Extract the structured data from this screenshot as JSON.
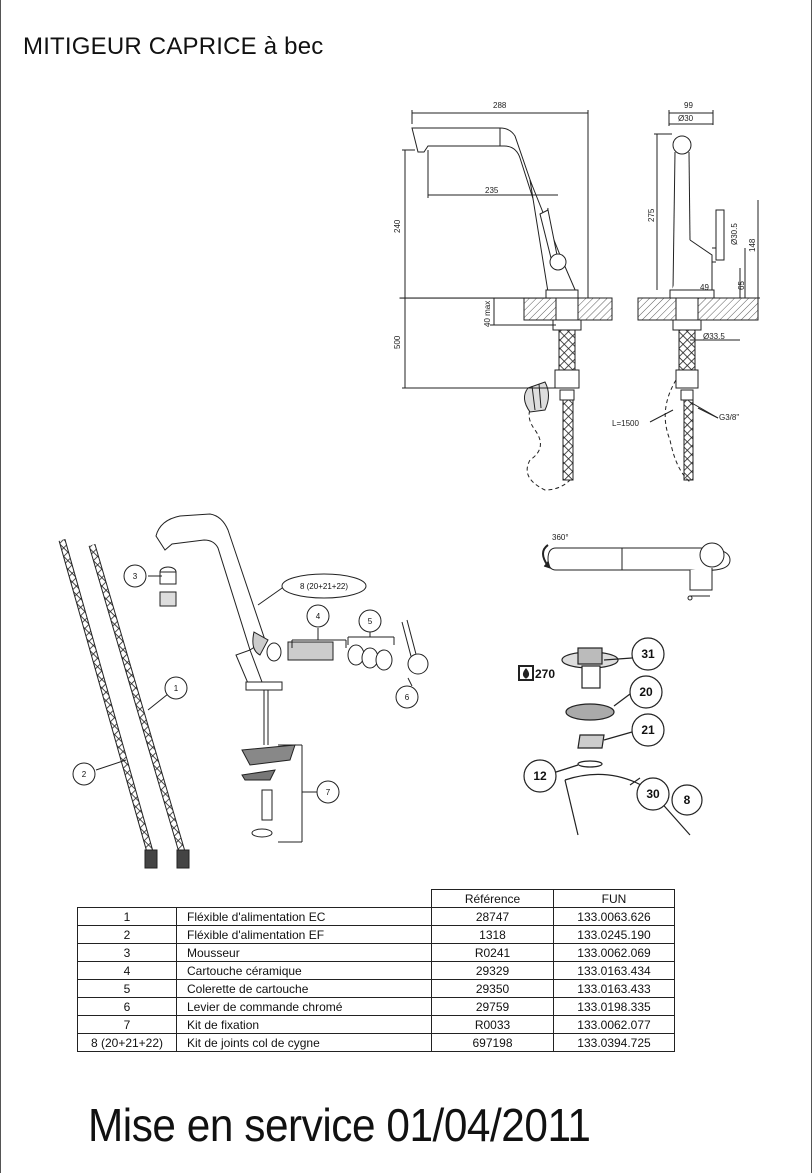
{
  "title": "MITIGEUR CAPRICE à bec",
  "dimensions": {
    "front_width": "288",
    "spout_reach": "235",
    "height": "240",
    "under_sink": "500",
    "deck_thickness": "40 max",
    "side_width": "99",
    "spout_diameter": "Ø30",
    "side_height": "275",
    "body_diameter": "Ø30.5",
    "lever_height": "148",
    "base_height": "65",
    "base_offset": "49",
    "shank_diameter": "Ø33.5",
    "hose_length": "L=1500",
    "thread": "G3/8\""
  },
  "rotation_label": "360°",
  "exploded_callouts": [
    "1",
    "2",
    "3",
    "4",
    "5",
    "6",
    "7",
    "8 (20+21+22)"
  ],
  "detail_callouts": [
    "31",
    "20",
    "21",
    "12",
    "30",
    "8"
  ],
  "detail_icon_text": "270",
  "table": {
    "headers": [
      "",
      "",
      "Référence",
      "FUN"
    ],
    "rows": [
      {
        "num": "1",
        "desc": "Fléxible d'alimentation EC",
        "ref": "28747",
        "fun": "133.0063.626"
      },
      {
        "num": "2",
        "desc": "Fléxible d'alimentation EF",
        "ref": "1318",
        "fun": "133.0245.190"
      },
      {
        "num": "3",
        "desc": "Mousseur",
        "ref": "R0241",
        "fun": "133.0062.069"
      },
      {
        "num": "4",
        "desc": "Cartouche céramique",
        "ref": "29329",
        "fun": "133.0163.434"
      },
      {
        "num": "5",
        "desc": "Colerette de cartouche",
        "ref": "29350",
        "fun": "133.0163.433"
      },
      {
        "num": "6",
        "desc": "Levier de commande chromé",
        "ref": "29759",
        "fun": "133.0198.335"
      },
      {
        "num": "7",
        "desc": "Kit de fixation",
        "ref": "R0033",
        "fun": "133.0062.077"
      },
      {
        "num": "8 (20+21+22)",
        "desc": "Kit de joints col de cygne",
        "ref": "697198",
        "fun": "133.0394.725"
      }
    ]
  },
  "footer": "Mise en service 01/04/2011"
}
